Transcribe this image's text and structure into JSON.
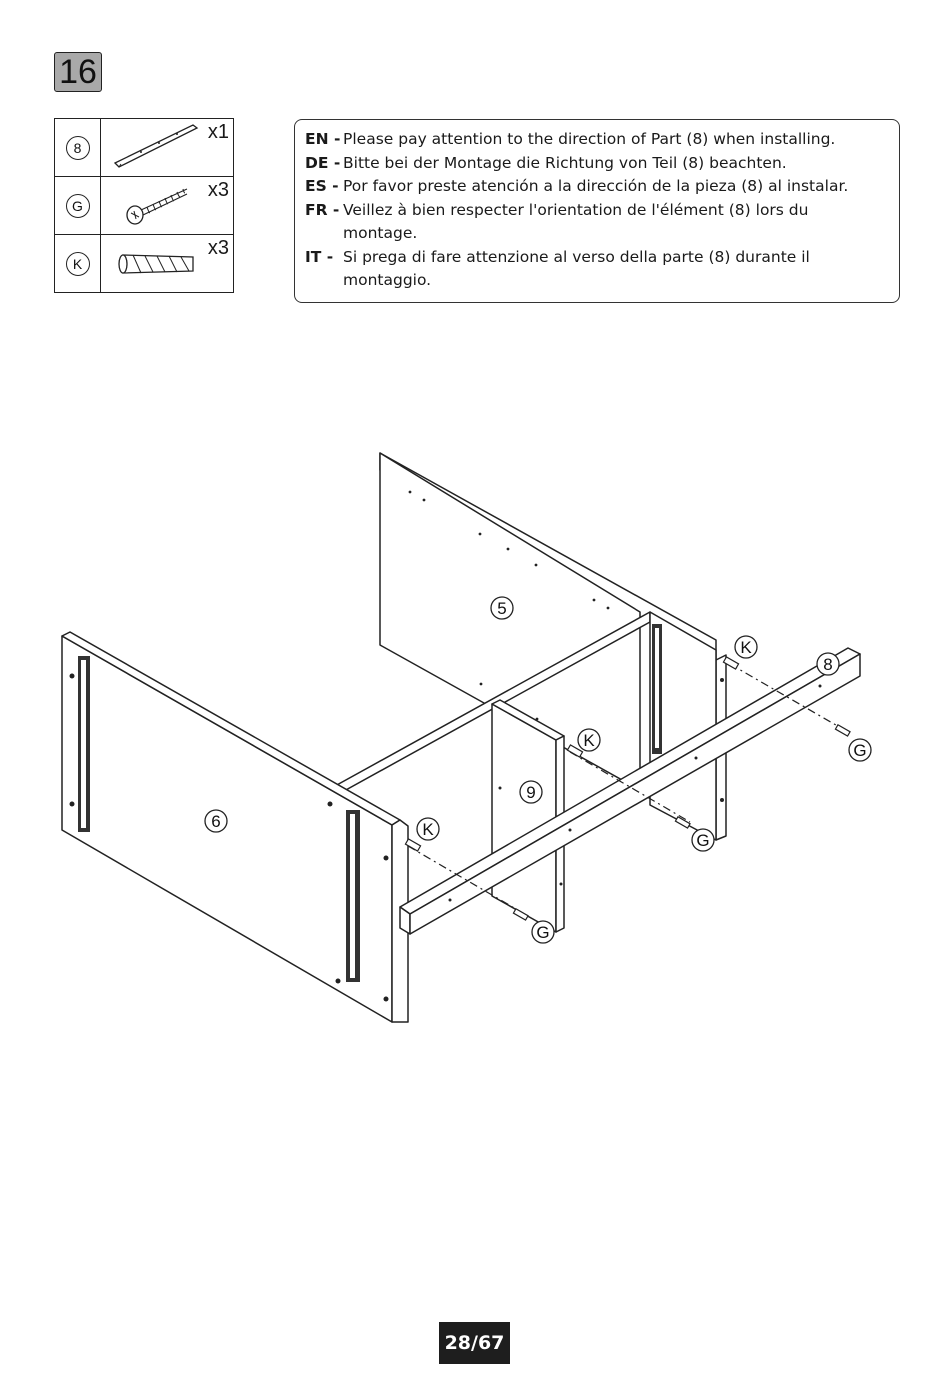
{
  "step": {
    "number": "16"
  },
  "parts": [
    {
      "id": "8",
      "qty": "x1",
      "icon": "rail-icon"
    },
    {
      "id": "G",
      "qty": "x3",
      "icon": "screw-icon"
    },
    {
      "id": "K",
      "qty": "x3",
      "icon": "dowel-icon"
    }
  ],
  "instructions": [
    {
      "code": "EN -",
      "text": "Please pay attention to the direction of Part (8) when installing."
    },
    {
      "code": "DE -",
      "text": "Bitte bei der Montage die Richtung von Teil (8) beachten."
    },
    {
      "code": "ES -",
      "text": "Por favor preste atención a la dirección de la pieza (8) al instalar."
    },
    {
      "code": "FR -",
      "text": "Veillez à bien respecter l'orientation de l'élément (8) lors du montage."
    },
    {
      "code": "IT -",
      "text": "Si prega di fare attenzione al verso della parte (8) durante il montaggio."
    }
  ],
  "diagram": {
    "labels": {
      "panel_5": "5",
      "panel_6": "6",
      "panel_9": "9",
      "rail_8": "8",
      "dowel": "K",
      "screw": "G"
    }
  },
  "footer": {
    "page": "28/67"
  }
}
